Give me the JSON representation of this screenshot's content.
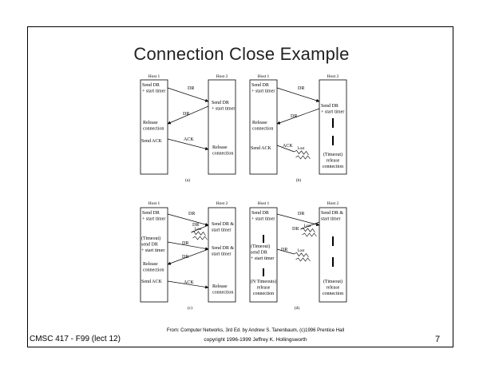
{
  "slide": {
    "title": "Connection Close Example",
    "footer_left": "CMSC 417 - F99  (lect 12)",
    "source_credit": "From: Computer Networks, 3rd Ed. by Andrew S. Tanenbaum, (c)1996 Prentice Hall",
    "copyright": "copyright 1996-1999  Jeffrey K. Hollingsworth",
    "page_number": "7"
  },
  "labels": {
    "host1": "Host 1",
    "host2": "Host 2",
    "dr": "DR",
    "ack": "ACK",
    "lost": "Lost",
    "send_dr_start_timer": [
      "Send DR",
      "+ start timer"
    ],
    "send_dr_and_start_timer": [
      "Send DR &",
      "start timer"
    ],
    "release_connection": [
      "Release",
      "connection"
    ],
    "send_ack": "Send ACK",
    "timeout_release": [
      "(Timeout)",
      "release",
      "connection"
    ],
    "timeout_send_dr": [
      "(Timeout)",
      "send DR",
      "+ start timer"
    ],
    "n_timeouts_release": [
      "(N Timeouts)",
      "release",
      "connection"
    ]
  },
  "panels": [
    "(a)",
    "(b)",
    "(c)",
    "(d)"
  ]
}
